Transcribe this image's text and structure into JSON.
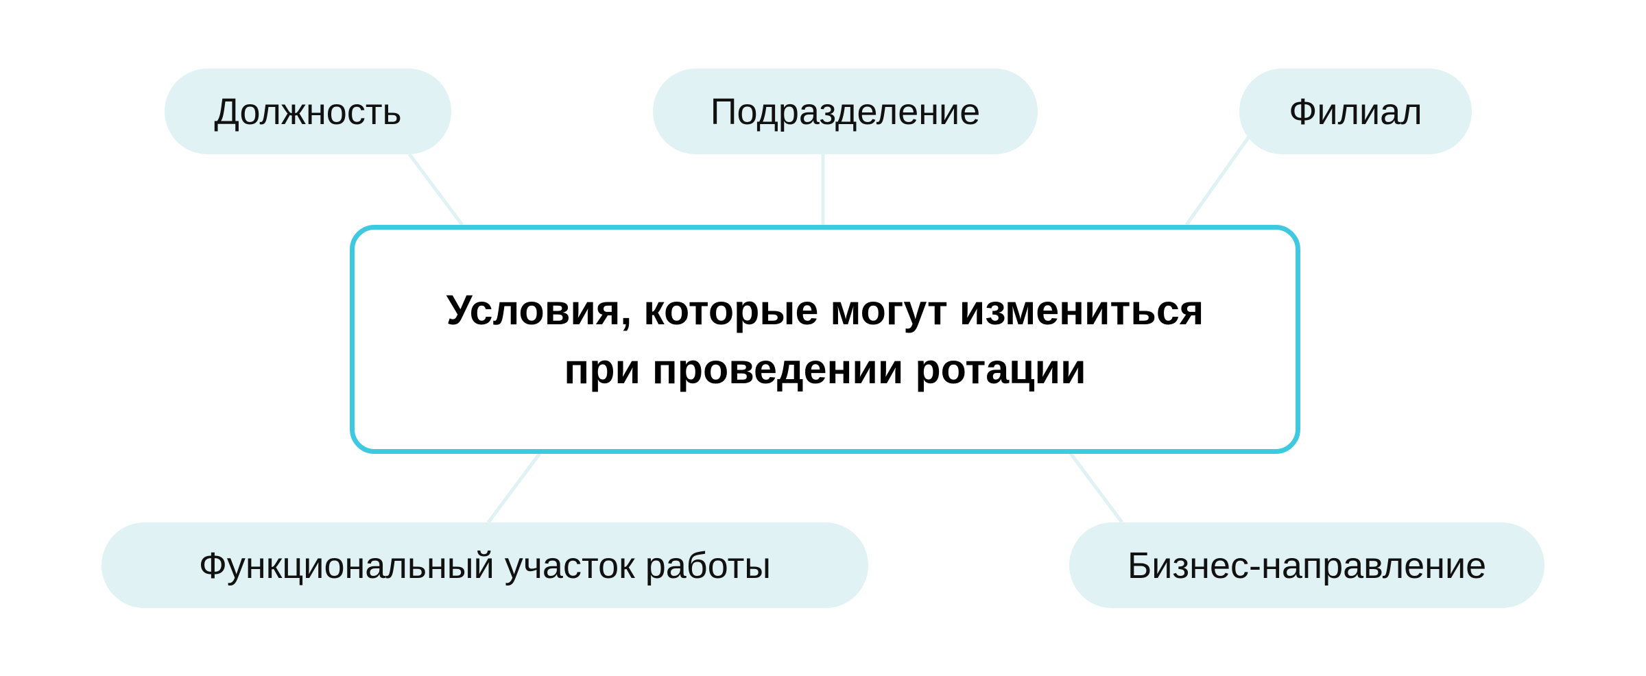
{
  "diagram": {
    "center": {
      "line1": "Условия, которые могут измениться",
      "line2": "при проведении ротации"
    },
    "nodes": [
      {
        "label": "Должность"
      },
      {
        "label": "Подразделение"
      },
      {
        "label": "Филиал"
      },
      {
        "label": "Функциональный участок работы"
      },
      {
        "label": "Бизнес-направление"
      }
    ]
  },
  "colors": {
    "center_border": "#3ec9e0",
    "node_fill": "#e0f2f4",
    "connector": "#e0f2f4",
    "text": "#111111"
  }
}
